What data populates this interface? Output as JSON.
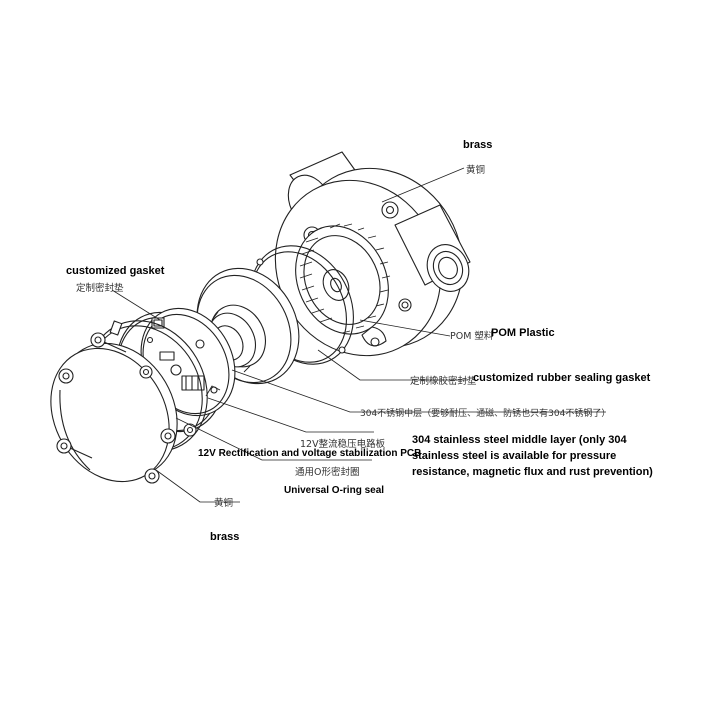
{
  "labels": {
    "brass_top_en": "brass",
    "brass_top_cn": "黄铜",
    "gasket_en": "customized gasket",
    "gasket_cn": "定制密封垫",
    "pom_cn": "POM 塑料",
    "pom_en": "POM Plastic",
    "rubber_cn": "定制橡胶密封垫",
    "rubber_en": "customized rubber sealing gasket",
    "steel_cn": "304不锈钢中层（要够耐压、通磁、防锈也只有304不锈钢了）",
    "steel_en": "304 stainless steel middle layer (only 304 stainless steel is available for pressure resistance, magnetic flux and rust prevention)",
    "pcb_cn": "12V整流稳压电路板",
    "pcb_en": "12V Rectification and voltage stabilization PCB",
    "oring_cn": "通用O形密封圈",
    "oring_en": "Universal O-ring seal",
    "brass_bottom_cn": "黄铜",
    "brass_bottom_en": "brass"
  }
}
